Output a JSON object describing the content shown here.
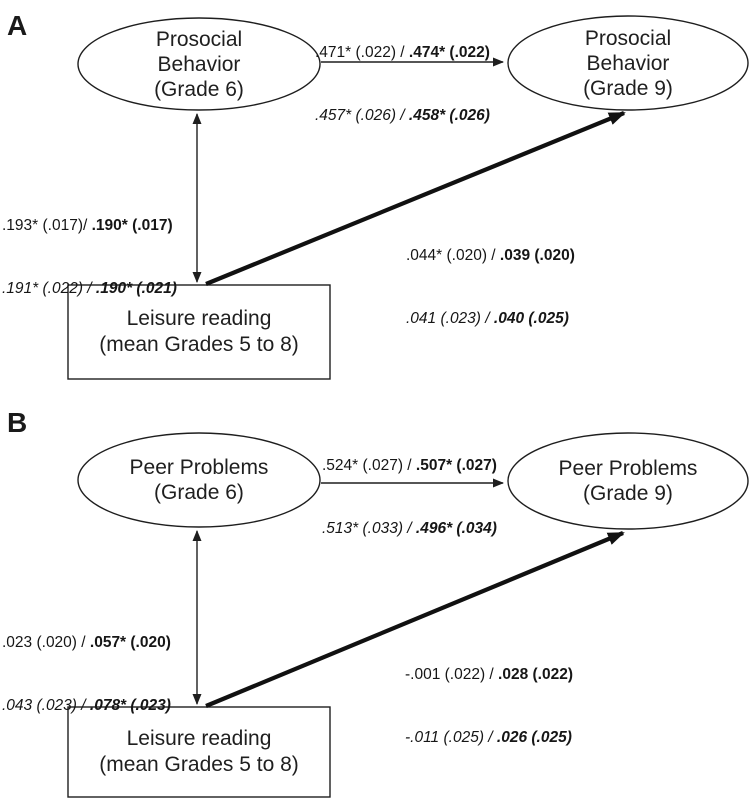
{
  "figure": {
    "panels": [
      {
        "panel_label": "A",
        "nodes": {
          "grade6": "Prosocial\nBehavior\n(Grade 6)",
          "grade9": "Prosocial\nBehavior\n(Grade 9)",
          "predictor": "Leisure reading\n(mean Grades 5 to 8)"
        },
        "coefficients": {
          "stability": {
            "l1_normal": ".471* (.022) / ",
            "l1_bold": ".474* (.022)",
            "l2_italic": ".457* (.026) / ",
            "l2_bold_italic": ".458* (.026)"
          },
          "covariance": {
            "l1_normal": ".193* (.017)/ ",
            "l1_bold": ".190* (.017)",
            "l2_italic": ".191* (.022) / ",
            "l2_bold_italic": ".190* (.021)"
          },
          "regression": {
            "l1_normal": ".044* (.020) / ",
            "l1_bold": ".039 (.020)",
            "l2_italic": ".041 (.023) / ",
            "l2_bold_italic": ".040 (.025)"
          }
        }
      },
      {
        "panel_label": "B",
        "nodes": {
          "grade6": "Peer Problems\n(Grade 6)",
          "grade9": "Peer Problems\n(Grade 9)",
          "predictor": "Leisure reading\n(mean Grades 5 to 8)"
        },
        "coefficients": {
          "stability": {
            "l1_normal": ".524* (.027) / ",
            "l1_bold": ".507* (.027)",
            "l2_italic": ".513* (.033) / ",
            "l2_bold_italic": ".496* (.034)"
          },
          "covariance": {
            "l1_normal": ".023 (.020) / ",
            "l1_bold": ".057* (.020)",
            "l2_italic": ".043 (.023) / ",
            "l2_bold_italic": ".078* (.023)"
          },
          "regression": {
            "l1_normal": "-.001 (.022) / ",
            "l1_bold": ".028 (.022)",
            "l2_italic": "-.011 (.025) / ",
            "l2_bold_italic": ".026 (.025)"
          }
        }
      }
    ]
  }
}
